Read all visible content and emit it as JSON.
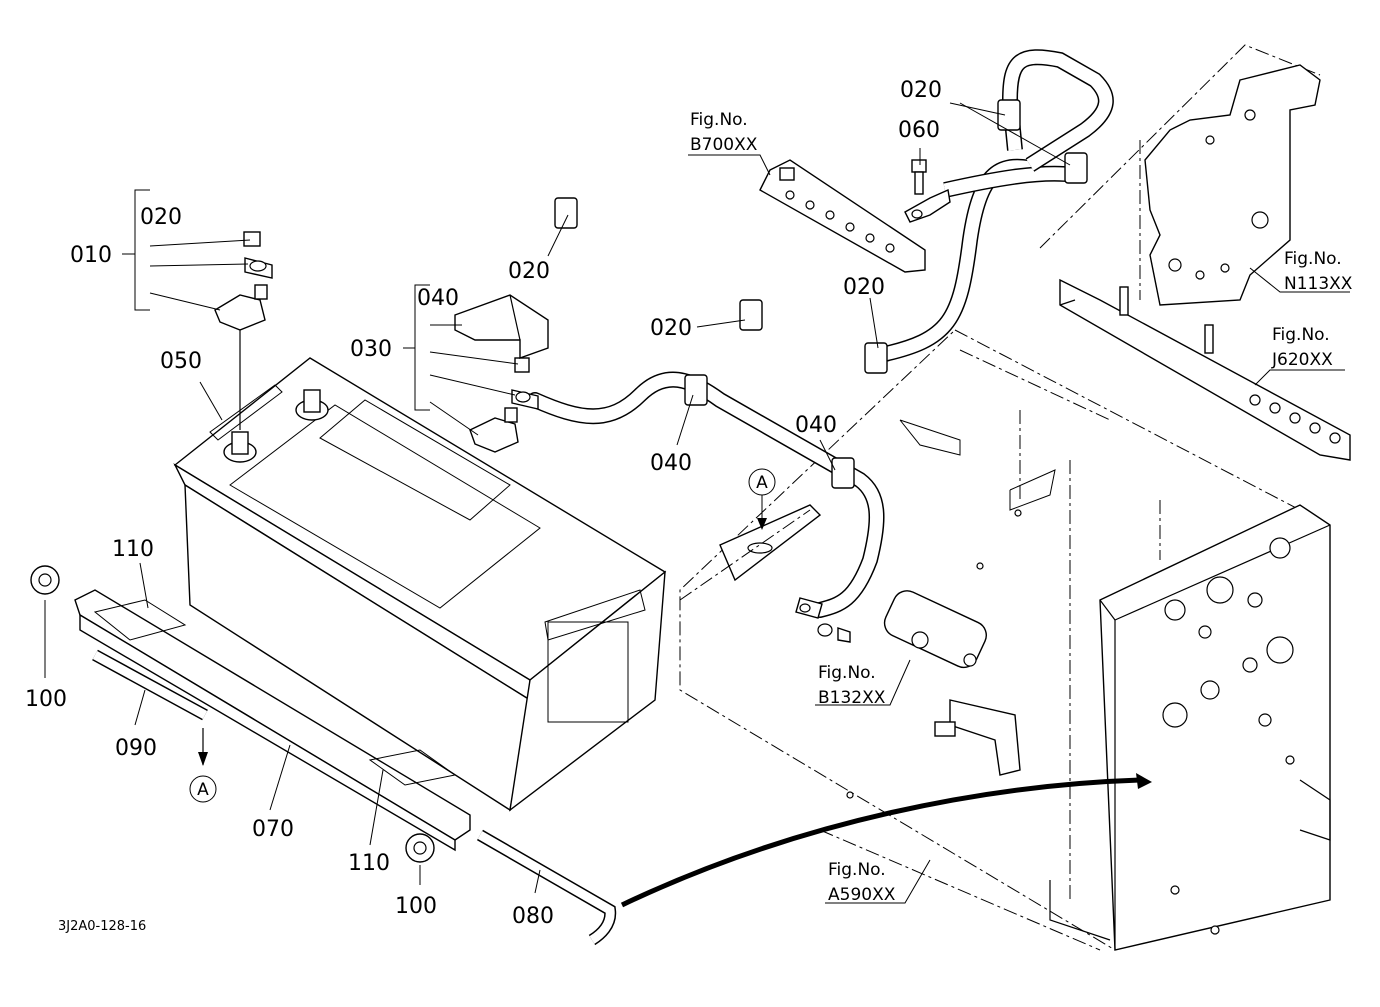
{
  "diagram": {
    "drawing_code": "3J2A0-128-16",
    "colors": {
      "line": "#000000",
      "background": "#ffffff"
    },
    "part_labels": {
      "p010": "010",
      "p020_a": "020",
      "p020_b": "020",
      "p020_c": "020",
      "p020_d": "020",
      "p020_e": "020",
      "p030": "030",
      "p040_a": "040",
      "p040_b": "040",
      "p040_c": "040",
      "p050": "050",
      "p060": "060",
      "p070": "070",
      "p080": "080",
      "p090": "090",
      "p100_a": "100",
      "p100_b": "100",
      "p110_a": "110",
      "p110_b": "110"
    },
    "callouts": {
      "a_top": "A",
      "a_bottom": "A"
    },
    "fig_refs": [
      {
        "title": "Fig.No.",
        "number": "B700XX"
      },
      {
        "title": "Fig.No.",
        "number": "N113XX"
      },
      {
        "title": "Fig.No.",
        "number": "J620XX"
      },
      {
        "title": "Fig.No.",
        "number": "B132XX"
      },
      {
        "title": "Fig.No.",
        "number": "A590XX"
      }
    ]
  }
}
